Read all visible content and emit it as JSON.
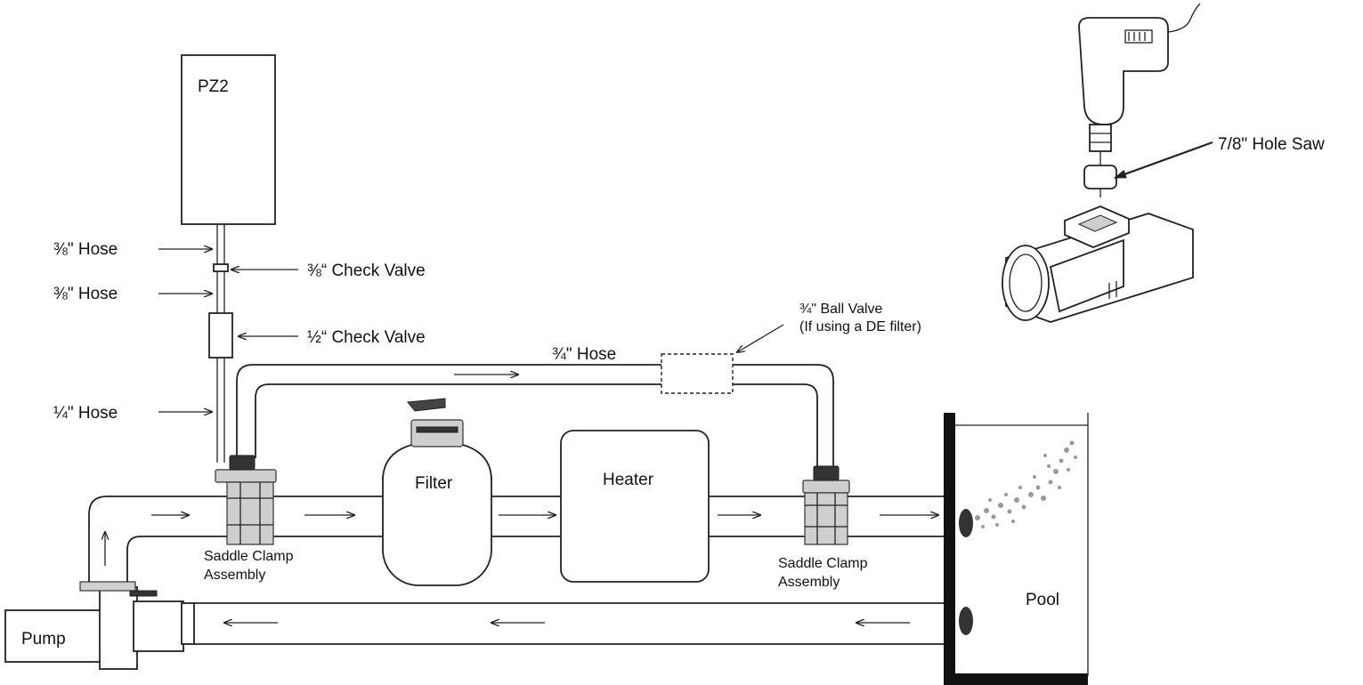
{
  "diagram": {
    "components": {
      "pz2": "PZ2",
      "filter": "Filter",
      "heater": "Heater",
      "pool": "Pool",
      "pump": "Pump"
    },
    "callouts": {
      "hose_38_top": "⅜\" Hose",
      "hose_38_mid": "⅜\" Hose",
      "hose_14": "¼\" Hose",
      "check_valve_38": "⅜“ Check Valve",
      "check_valve_12": "½“ Check Valve",
      "hose_34": "¾\" Hose",
      "ball_valve_line1": "¾\" Ball Valve",
      "ball_valve_line2": "(If using a DE filter)",
      "hole_saw": "7/8\" Hole Saw",
      "saddle_left_line1": "Saddle Clamp",
      "saddle_left_line2": "Assembly",
      "saddle_right_line1": "Saddle Clamp",
      "saddle_right_line2": "Assembly"
    },
    "icons": [
      "drill-icon",
      "hole-saw-icon",
      "saddle-clamp-icon",
      "check-valve-icon",
      "ball-valve-icon"
    ]
  }
}
